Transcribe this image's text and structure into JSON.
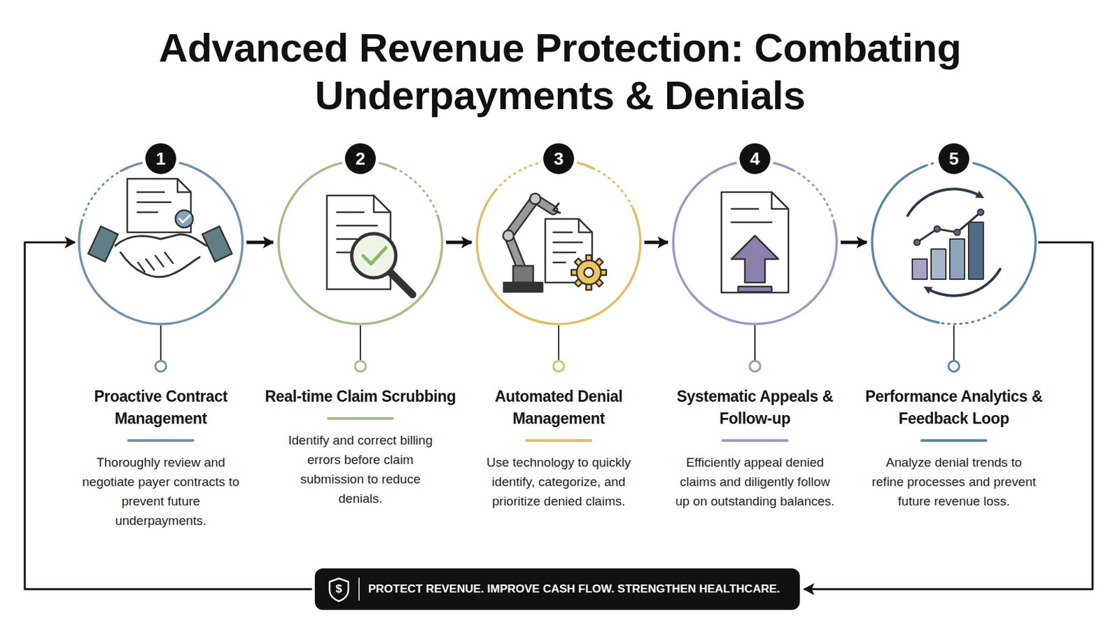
{
  "diagram": {
    "title": "Advanced Revenue Protection: Combating Underpayments & Denials",
    "nodes": [
      {
        "text": [
          "Proactive Contract Management",
          "Thoroughly review and negotiate payer contracts to prevent future underpayments."
        ]
      },
      {
        "text": [
          "Real-time Claim Scrubbing",
          "Identify and correct billing errors before claim submission to reduce denials."
        ]
      },
      {
        "text": [
          "Automated Denial Management",
          "Use technology to quickly identify, categorize, and prioritize denied claims."
        ]
      },
      {
        "text": [
          "Systematic Appeals & Follow-up",
          "Efficiently appeal denied claims and diligently follow up on outstanding balances."
        ]
      },
      {
        "text": [
          "Performance Analytics & Feedback Loop",
          "Analyze denial trends to refine processes and prevent future revenue loss."
        ]
      },
      {
        "text": [
          "PROTECT REVENUE. IMPROVE CASH FLOW. STRENGTHEN HEALTHCARE."
        ]
      }
    ],
    "edges": [
      {
        "from": 0,
        "to": 1,
        "arrow": "to"
      },
      {
        "from": 1,
        "to": 2,
        "arrow": "to"
      },
      {
        "from": 2,
        "to": 3,
        "arrow": "to"
      },
      {
        "from": 3,
        "to": 4,
        "arrow": "to"
      },
      {
        "from": 4,
        "to": 5,
        "arrow": "to"
      },
      {
        "from": 5,
        "to": 0,
        "arrow": "to"
      }
    ],
    "labels": [
      "1",
      "2",
      "3",
      "4",
      "5",
      "$"
    ]
  }
}
